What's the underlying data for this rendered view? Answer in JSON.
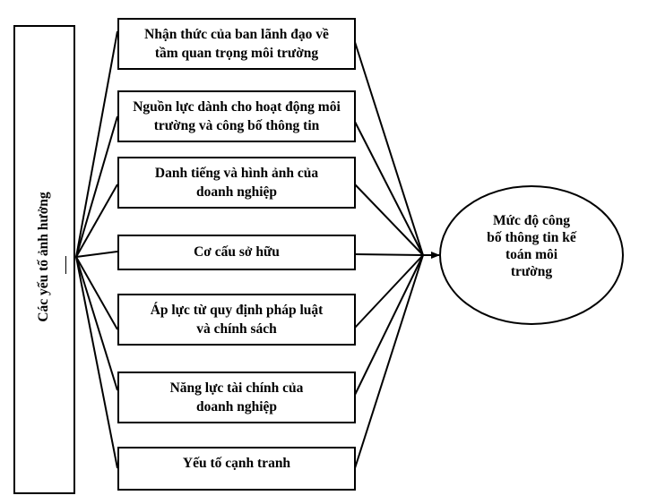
{
  "diagram": {
    "type": "influence-model",
    "left_group_label": "Các yếu tố ảnh hưởng",
    "factors": [
      {
        "line1": "Nhận thức của ban lãnh đạo về",
        "line2": "tầm quan trọng môi trường"
      },
      {
        "line1": "Nguồn lực dành cho hoạt động môi",
        "line2": "trường và công bố thông tin"
      },
      {
        "line1": "Danh tiếng và hình ảnh của",
        "line2": "doanh nghiệp"
      },
      {
        "line1": "Cơ cấu sở hữu",
        "line2": ""
      },
      {
        "line1": "Áp lực từ quy định pháp luật",
        "line2": "và chính sách"
      },
      {
        "line1": "Năng lực tài chính của",
        "line2": "doanh nghiệp"
      },
      {
        "line1": "Yếu tố cạnh tranh",
        "line2": ""
      }
    ],
    "outcome": {
      "lines": [
        "Mức độ công",
        "bố thông tin kế",
        "toán môi",
        "trường"
      ]
    },
    "colors": {
      "stroke": "#000000",
      "fill": "#ffffff"
    }
  }
}
